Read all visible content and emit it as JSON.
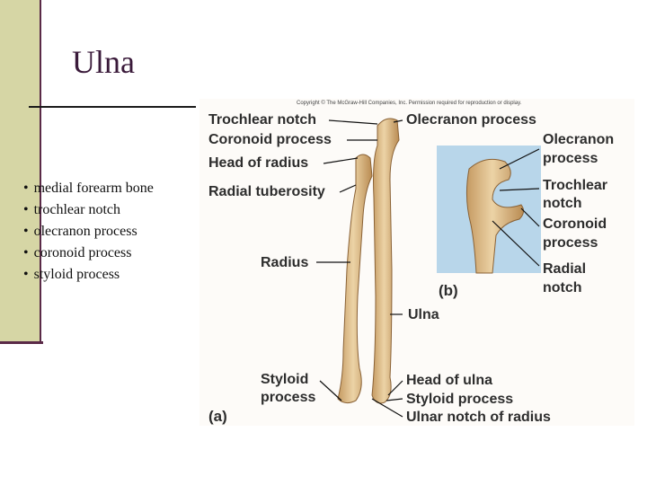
{
  "slide": {
    "title": "Ulna",
    "bullets": [
      "medial forearm bone",
      "trochlear notch",
      "olecranon process",
      "coronoid process",
      "styloid process"
    ]
  },
  "figure": {
    "copyright": "Copyright © The McGraw-Hill Companies, Inc. Permission required for reproduction or display.",
    "labels": {
      "trochlear_notch": "Trochlear notch",
      "coronoid_process": "Coronoid process",
      "head_of_radius": "Head of radius",
      "radial_tuberosity": "Radial tuberosity",
      "radius": "Radius",
      "styloid_process_left_1": "Styloid",
      "styloid_process_left_2": "process",
      "part_a": "(a)",
      "olecranon_process": "Olecranon process",
      "ulna": "Ulna",
      "head_of_ulna": "Head of ulna",
      "styloid_process_right": "Styloid process",
      "ulnar_notch_of_radius": "Ulnar notch of radius",
      "part_b": "(b)",
      "inset_olecranon_1": "Olecranon",
      "inset_olecranon_2": "process",
      "inset_trochlear_1": "Trochlear",
      "inset_trochlear_2": "notch",
      "inset_coronoid_1": "Coronoid",
      "inset_coronoid_2": "process",
      "inset_radial_1": "Radial",
      "inset_radial_2": "notch"
    }
  }
}
